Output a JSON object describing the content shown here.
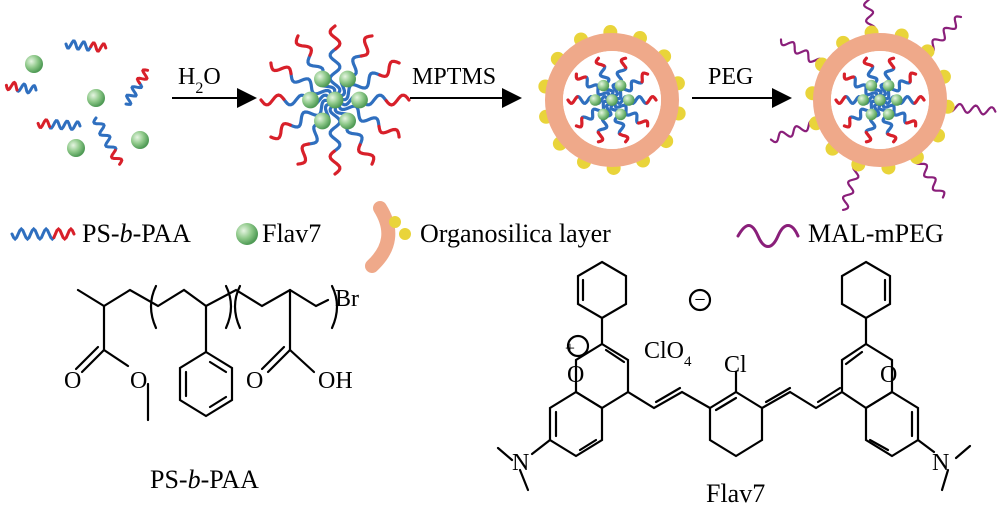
{
  "scheme": {
    "steps": [
      {
        "reagent": "H",
        "reagent_sub": "2",
        "reagent_tail": "O"
      },
      {
        "reagent": "MPTMS"
      },
      {
        "reagent": "PEG"
      }
    ]
  },
  "legend": {
    "items": [
      {
        "pre": "PS-",
        "italic": "b",
        "post": "-PAA"
      },
      {
        "label": "Flav7"
      },
      {
        "label": "Organosilica layer"
      },
      {
        "label": "MAL-mPEG"
      }
    ]
  },
  "structures": {
    "ps_b_paa": {
      "caption_pre": "PS-",
      "caption_italic": "b",
      "caption_post": "-PAA",
      "atoms": {
        "br": "Br",
        "o1": "O",
        "o2": "O",
        "o3": "O",
        "oh": "OH"
      }
    },
    "flav7": {
      "caption": "Flav7",
      "atoms": {
        "o_left": "O",
        "o_right": "O",
        "cl": "Cl",
        "n_left": "N",
        "n_right": "N"
      },
      "counterion": "ClO",
      "counterion_sub": "4",
      "plus": "+",
      "minus": "−"
    }
  },
  "colors": {
    "ps_block": "#2f6fbf",
    "paa_block": "#d8202a",
    "flav7_bead": "#8fc98a",
    "organosilica": "#efa98a",
    "silane_dot": "#e9d43a",
    "peg_chain": "#8a1f7a"
  },
  "icons": [
    "copolymer-chain-icon",
    "flav7-bead-icon",
    "organosilica-layer-icon",
    "peg-chain-icon"
  ]
}
